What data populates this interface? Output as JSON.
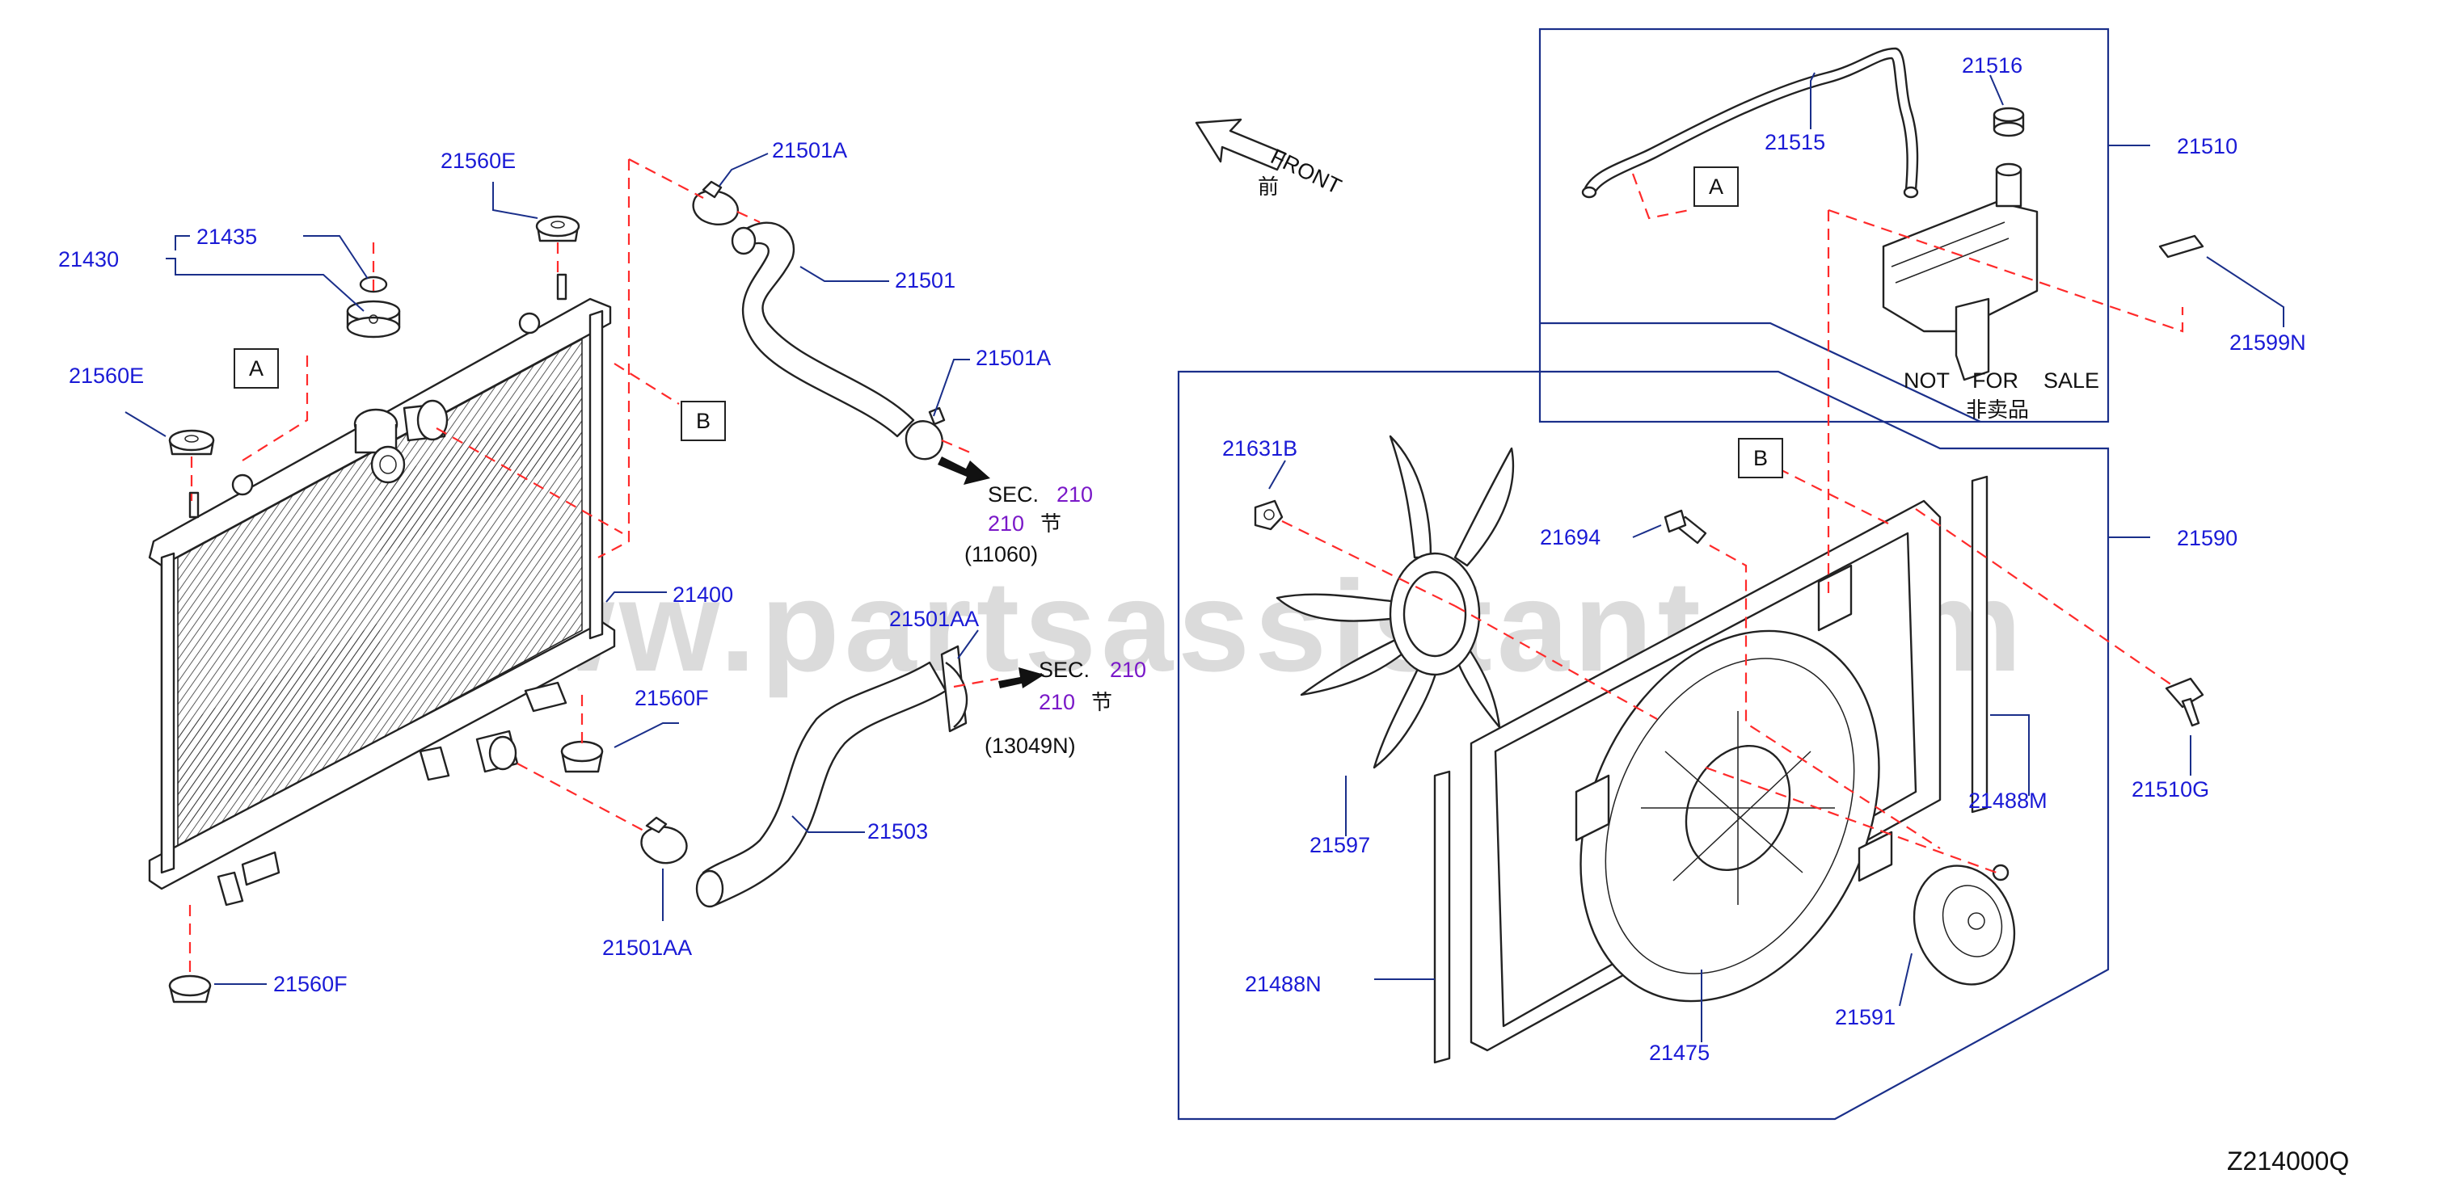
{
  "diagram": {
    "watermark": "www.partsassistant.com",
    "diagram_code": "Z214000Q",
    "front_label": "FRONT",
    "front_label_cn": "前",
    "not_for_sale": [
      "NOT",
      "FOR",
      "SALE"
    ],
    "not_for_sale_cn": "非卖品",
    "ref_boxes": {
      "a1": "A",
      "b1": "B",
      "a2": "A",
      "b2": "B"
    },
    "sec_refs": {
      "upper": {
        "sec": "SEC.",
        "num": "210",
        "num2": "210",
        "cn": "节",
        "code": "(11060)"
      },
      "lower": {
        "sec": "SEC.",
        "num": "210",
        "num2": "210",
        "cn": "节",
        "code": "(13049N)"
      }
    },
    "part_labels": {
      "p21430": "21430",
      "p21435": "21435",
      "p21560E_top": "21560E",
      "p21560E_left": "21560E",
      "p21501A_top": "21501A",
      "p21501": "21501",
      "p21501A_mid": "21501A",
      "p21400": "21400",
      "p21501AA_top": "21501AA",
      "p21560F_mid": "21560F",
      "p21503": "21503",
      "p21501AA_bot": "21501AA",
      "p21560F_bot": "21560F",
      "p21516": "21516",
      "p21515": "21515",
      "p21510": "21510",
      "p21599N": "21599N",
      "p21631B": "21631B",
      "p21694": "21694",
      "p21590": "21590",
      "p21488M": "21488M",
      "p21510G": "21510G",
      "p21597": "21597",
      "p21488N": "21488N",
      "p21475": "21475",
      "p21591": "21591"
    }
  }
}
